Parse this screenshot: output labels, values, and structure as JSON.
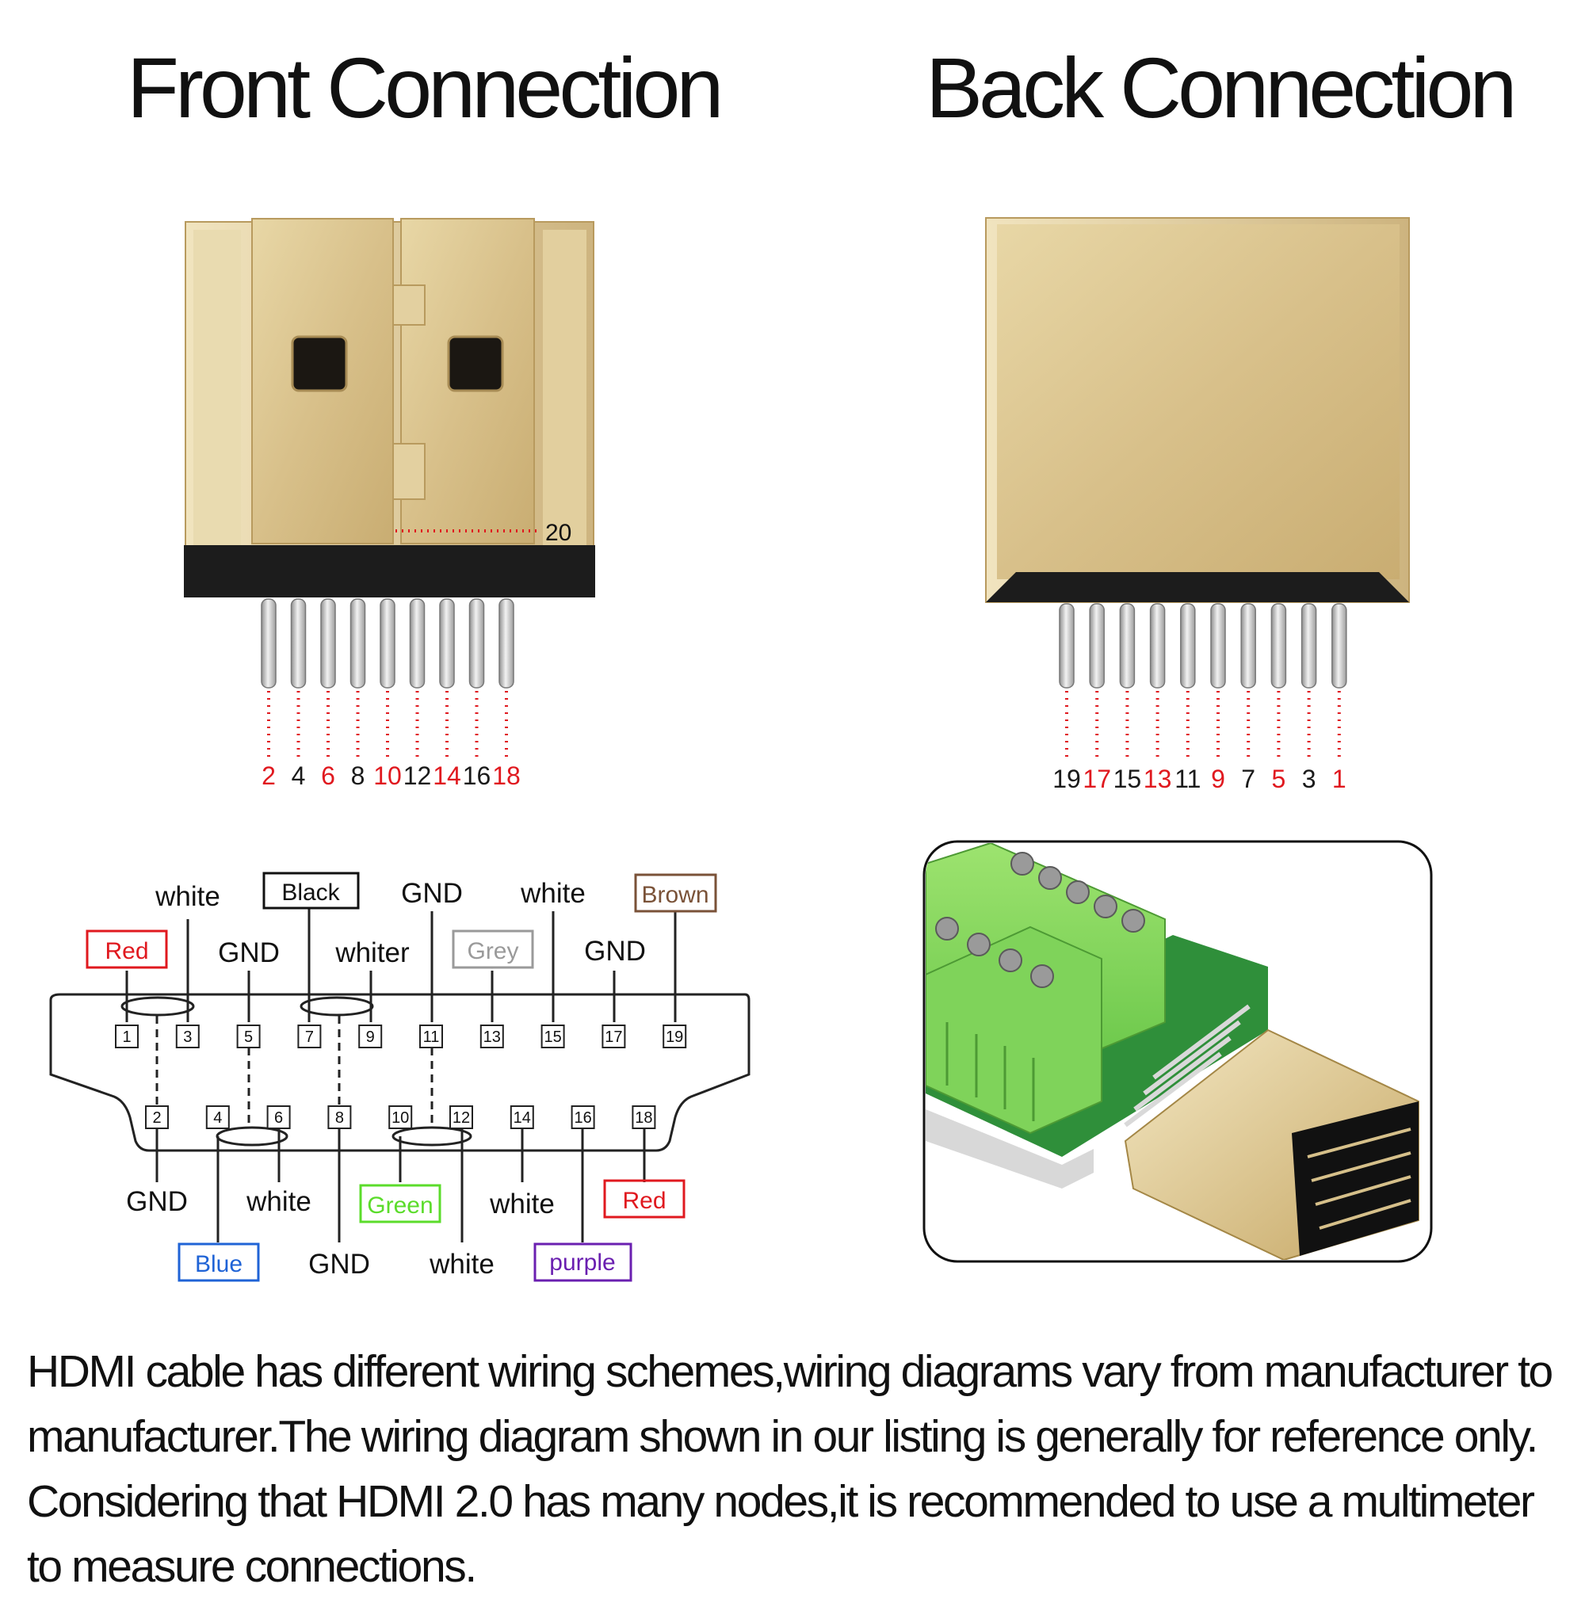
{
  "titles": {
    "front": "Front Connection",
    "back": "Back Connection"
  },
  "front_connector": {
    "pin20_label": "20",
    "pins": [
      "2",
      "4",
      "6",
      "8",
      "10",
      "12",
      "14",
      "16",
      "18"
    ],
    "pin_colors": [
      "#e0191f",
      "#1a1a1a",
      "#e0191f",
      "#1a1a1a",
      "#e0191f",
      "#1a1a1a",
      "#e0191f",
      "#1a1a1a",
      "#e0191f"
    ]
  },
  "back_connector": {
    "pins": [
      "19",
      "17",
      "15",
      "13",
      "11",
      "9",
      "7",
      "5",
      "3",
      "1"
    ],
    "pin_colors": [
      "#1a1a1a",
      "#e0191f",
      "#1a1a1a",
      "#e0191f",
      "#1a1a1a",
      "#e0191f",
      "#1a1a1a",
      "#e0191f",
      "#1a1a1a",
      "#e0191f"
    ]
  },
  "wiring": {
    "top_pins": [
      "1",
      "3",
      "5",
      "7",
      "9",
      "11",
      "13",
      "15",
      "17",
      "19"
    ],
    "bottom_pins": [
      "2",
      "4",
      "6",
      "8",
      "10",
      "12",
      "14",
      "16",
      "18"
    ],
    "labels": {
      "red_top": "Red",
      "white_p3": "white",
      "gnd_p5": "GND",
      "black": "Black",
      "whiter_p9": "whiter",
      "gnd_p11": "GND",
      "grey": "Grey",
      "white_p15": "white",
      "gnd_p17": "GND",
      "brown": "Brown",
      "gnd_p2": "GND",
      "blue": "Blue",
      "white_p6": "white",
      "gnd_p8": "GND",
      "green": "Green",
      "white_p12": "white",
      "white_p14": "white",
      "purple": "purple",
      "red_bottom": "Red"
    },
    "colors": {
      "red": "#e0191f",
      "black": "#111111",
      "grey": "#9a9a9a",
      "brown": "#7a5238",
      "blue": "#1f63d6",
      "green": "#5bdc2b",
      "purple": "#6a1fb0"
    }
  },
  "note": {
    "line1": "HDMI cable has different wiring schemes,wiring diagrams vary from manufacturer to",
    "line2": "manufacturer.The wiring diagram shown in our listing is generally for reference only.",
    "line3": "Considering that HDMI 2.0 has many nodes,it is recommended to use a multimeter",
    "line4": "to measure connections."
  }
}
